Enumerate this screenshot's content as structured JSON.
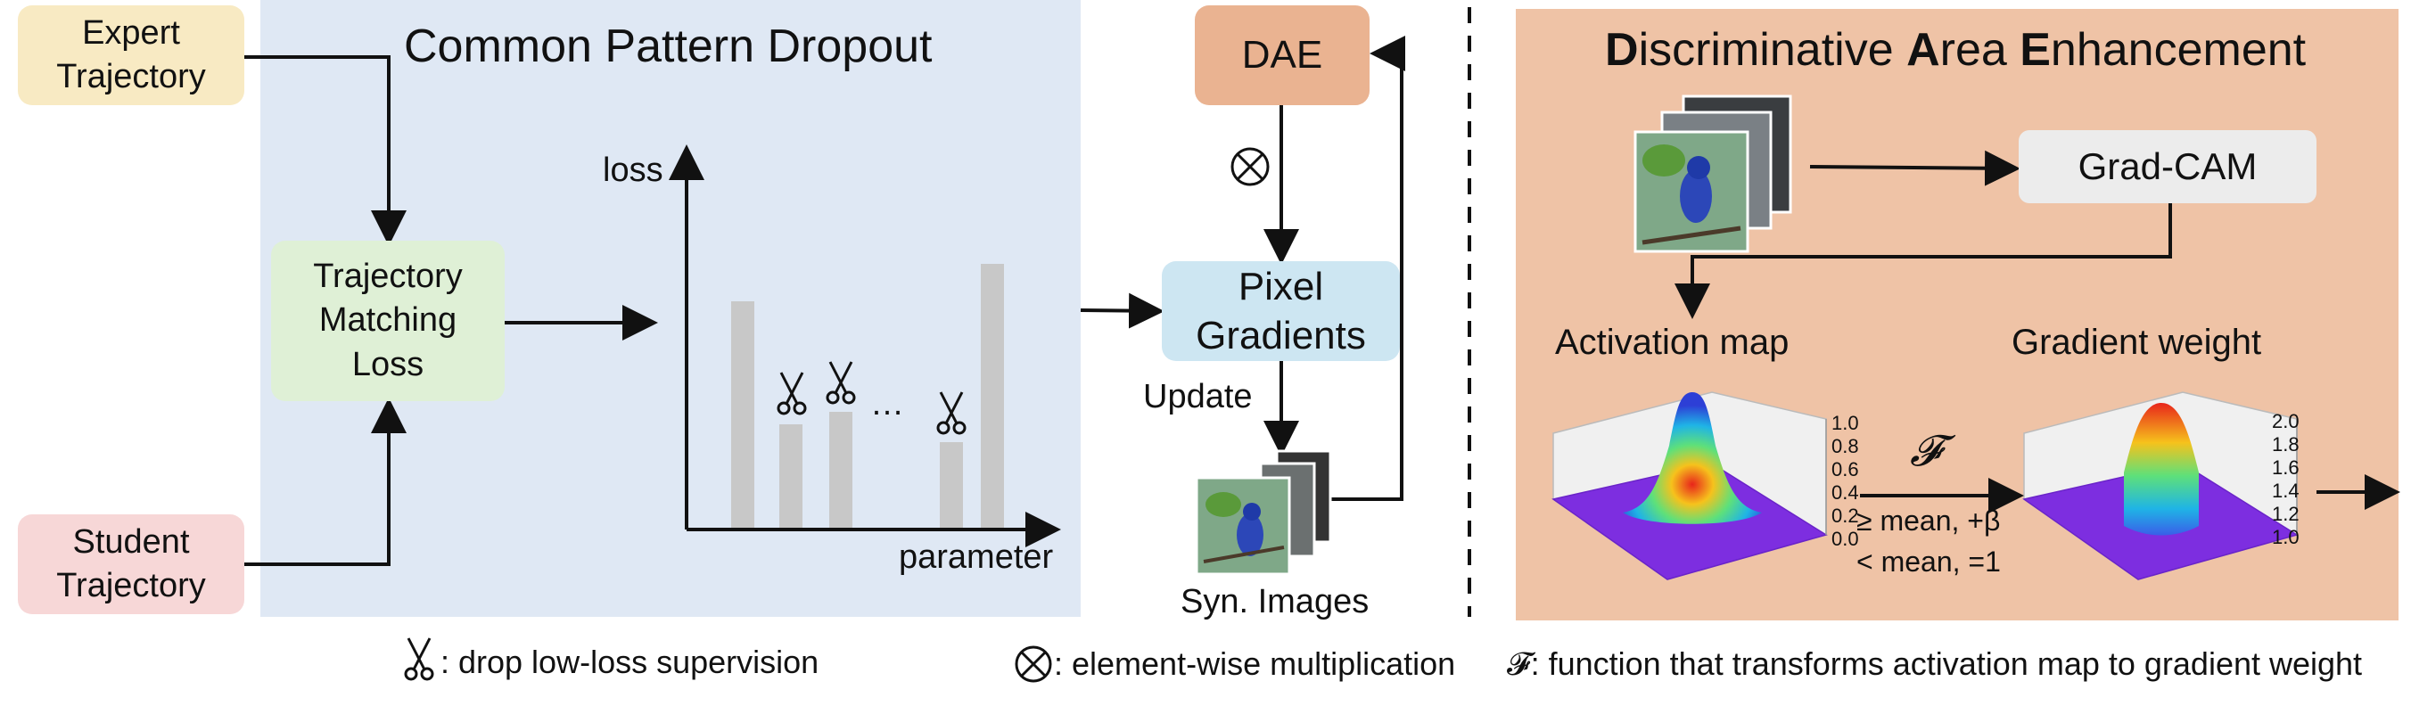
{
  "left_section": {
    "expert_label": "Expert Trajectory",
    "student_label": "Student Trajectory",
    "loss_box_label": "Trajectory Matching Loss",
    "panel_title": "Common Pattern Dropout",
    "axis_y": "loss",
    "axis_x": "parameter",
    "ellipsis": "…"
  },
  "middle_section": {
    "dae_label": "DAE",
    "pixel_gradients_label": "Pixel Gradients",
    "update_label": "Update",
    "syn_images_label": "Syn. Images"
  },
  "right_section": {
    "title_parts": [
      "D",
      "iscriminative ",
      "A",
      "rea ",
      "E",
      "nhancement"
    ],
    "gradcam_label": "Grad-CAM",
    "activation_map_label": "Activation map",
    "gradient_weight_label": "Gradient weight",
    "function_symbol": "𝓕",
    "rule_ge": "≥ mean, +β",
    "rule_lt": "< mean, =1",
    "activation_ticks": [
      "1.0",
      "0.8",
      "0.6",
      "0.4",
      "0.2",
      "0.0"
    ],
    "gradient_ticks": [
      "2.0",
      "1.8",
      "1.6",
      "1.4",
      "1.2",
      "1.0"
    ]
  },
  "legend": {
    "scissors_text": ": drop low-loss supervision",
    "otimes_text": ": element-wise multiplication",
    "function_text": "𝓕: function that transforms activation map to gradient weight"
  },
  "colors": {
    "cpd_panel": "#dfe8f4",
    "dae_panel": "#efc3a6",
    "bars": "#c8c8c8"
  }
}
